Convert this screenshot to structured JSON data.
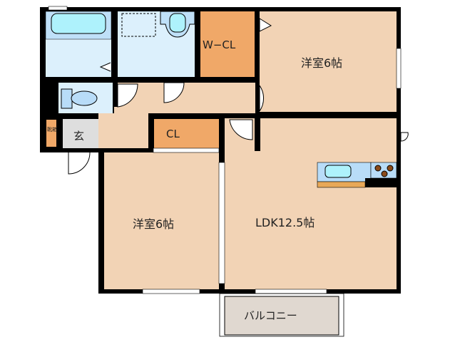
{
  "rooms": {
    "bedroom_top": "洋室6帖",
    "bedroom_left": "洋室6帖",
    "walk_in_closet": "W−CL",
    "closet": "CL",
    "entrance": "玄",
    "shoe_box": "靴箱",
    "ldk": "LDK12.5帖",
    "balcony": "バルコニー"
  },
  "colors": {
    "wall": "#000000",
    "room": "#f2d3b5",
    "closet": "#f0a868",
    "wet_area": "#dcf0fc",
    "fixture": "#b8dcf8",
    "entrance": "#dedede",
    "balcony": "#e0d8d0"
  }
}
